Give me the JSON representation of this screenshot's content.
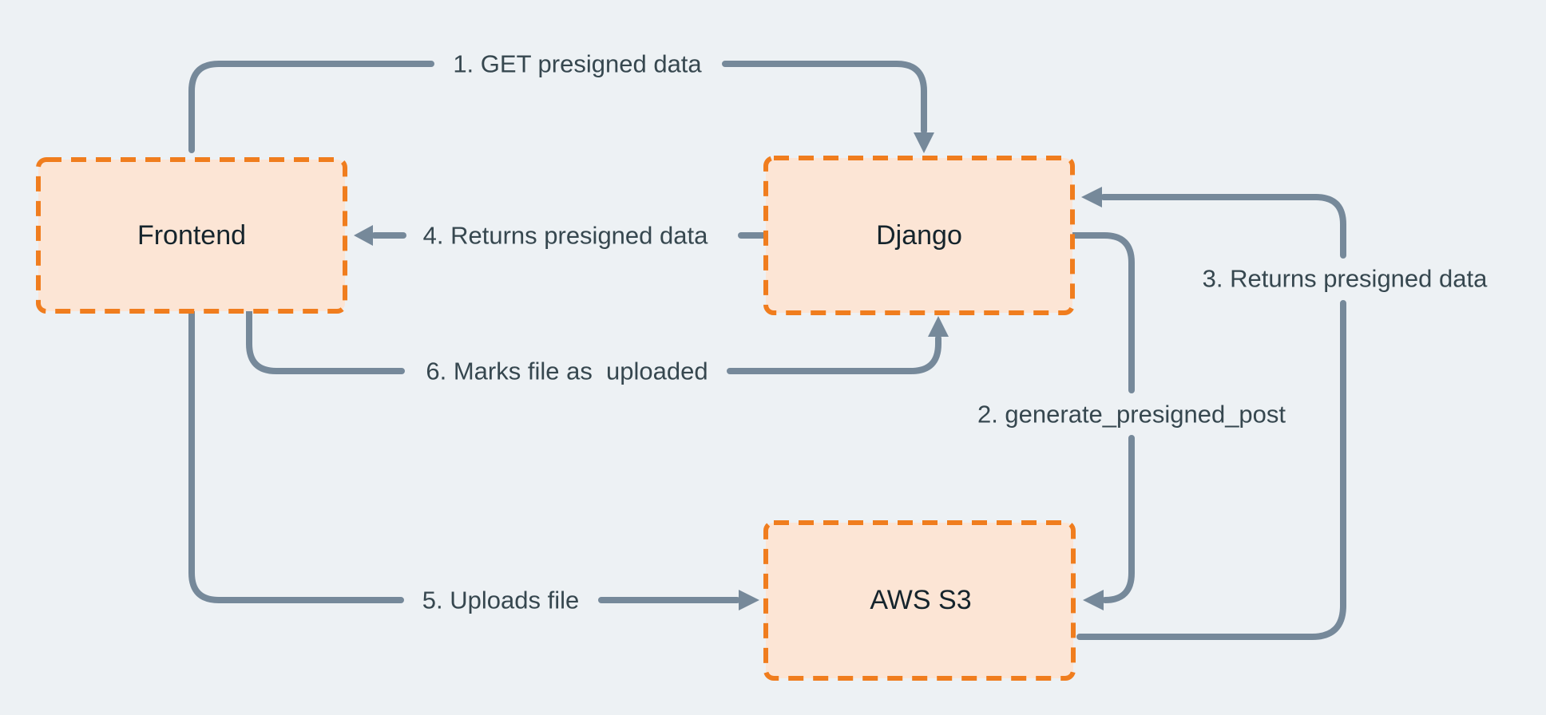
{
  "palette": {
    "background": "#edf1f4",
    "node_fill": "#fce5d5",
    "node_border": "#f07d1e",
    "edge_line": "#76899a",
    "edge_label_text": "#36474f",
    "node_label_text": "#15242c"
  },
  "nodes": [
    {
      "id": "frontend",
      "label": "Frontend"
    },
    {
      "id": "django",
      "label": "Django"
    },
    {
      "id": "aws-s3",
      "label": "AWS S3"
    }
  ],
  "edges": [
    {
      "id": "edge-1",
      "label": "1. GET presigned data",
      "from": "frontend",
      "to": "django"
    },
    {
      "id": "edge-2",
      "label": "2. generate_presigned_post",
      "from": "django",
      "to": "aws-s3"
    },
    {
      "id": "edge-3",
      "label": "3. Returns presigned data",
      "from": "aws-s3",
      "to": "django"
    },
    {
      "id": "edge-4",
      "label": "4. Returns presigned data",
      "from": "django",
      "to": "frontend"
    },
    {
      "id": "edge-5",
      "label": "5. Uploads file",
      "from": "frontend",
      "to": "aws-s3"
    },
    {
      "id": "edge-6",
      "label": "6. Marks file as  uploaded",
      "from": "frontend",
      "to": "django"
    }
  ]
}
